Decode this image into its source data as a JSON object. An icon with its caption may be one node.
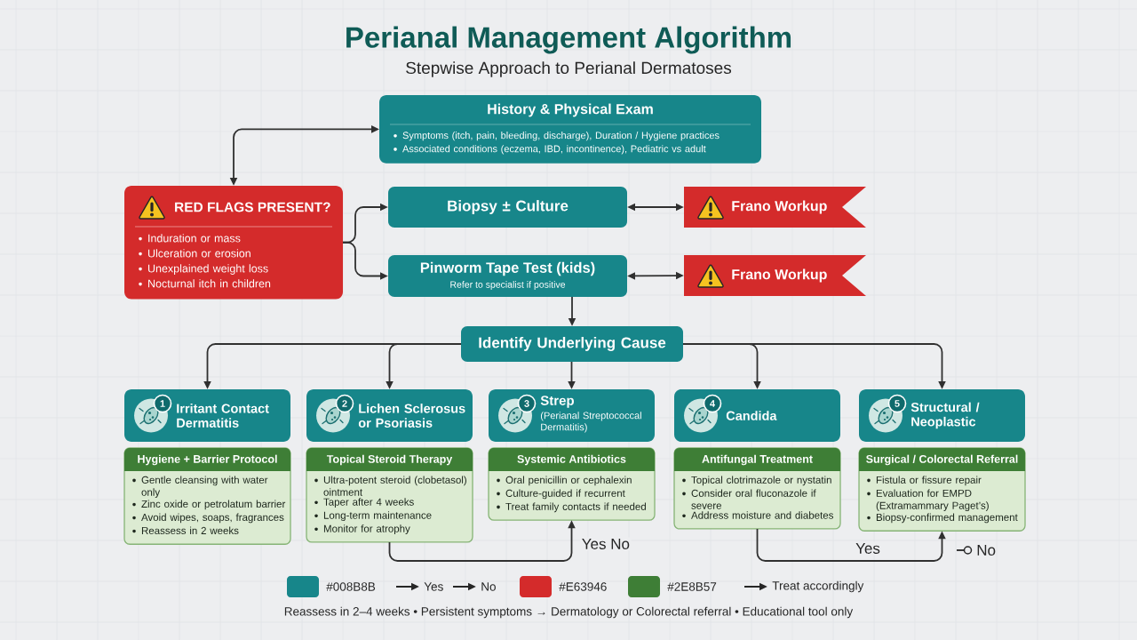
{
  "diagram": {
    "title": "Perianal Management Algorithm",
    "caption": "Reassess in 2–4 weeks • Persistent symptoms → Dermatology or Colorectal referral • Educational tool only",
    "nodes": [
      {
        "text": [
          "History & Physical Exam",
          "Symptoms (itch, pain, bleeding, discharge), Duration / Hygiene practices",
          "Associated conditions (eczema, IBD, incontinence), Pediatric vs adult"
        ]
      },
      {
        "text": [
          "RED FLAGS PRESENT?",
          "Induration or mass",
          "Ulceration or erosion",
          "Unexplained weight loss",
          "Nocturnal itch in children"
        ]
      },
      {
        "text": [
          "Biopsy ± Culture"
        ]
      },
      {
        "text": [
          "Frano Workup"
        ]
      },
      {
        "text": [
          "Pinworm Tape Test (kids)",
          "Refer to specialist if positive"
        ]
      },
      {
        "text": [
          "Frano Workup"
        ]
      },
      {
        "text": [
          "Identify Underlying Cause"
        ]
      },
      {
        "text": [
          "1",
          "Irritant Contact Dermatitis"
        ]
      },
      {
        "text": [
          "2",
          "Lichen Sclerosus or Psoriasis"
        ]
      },
      {
        "text": [
          "3",
          "Strep",
          "(Perianal Streptococcal Dermatitis)"
        ]
      },
      {
        "text": [
          "4",
          "Candida"
        ]
      },
      {
        "text": [
          "5",
          "Structural / Neoplastic"
        ]
      },
      {
        "text": [
          "Hygiene + Barrier Protocol",
          "Gentle cleansing with water only",
          "Zinc oxide or petrolatum barrier",
          "Avoid wipes, soaps, fragrances",
          "Reassess in 2 weeks"
        ]
      },
      {
        "text": [
          "Topical Steroid Therapy",
          "Ultra-potent steroid (clobetasol) ointment",
          "Taper after 4 weeks",
          "Long-term maintenance",
          "Monitor for atrophy"
        ]
      },
      {
        "text": [
          "Systemic Antibiotics",
          "Oral penicillin or cephalexin",
          "Culture-guided if recurrent",
          "Treat family contacts if needed"
        ]
      },
      {
        "text": [
          "Antifungal Treatment",
          "Topical clotrimazole or nystatin",
          "Consider oral fluconazole if severe",
          "Address moisture and diabetes"
        ]
      },
      {
        "text": [
          "Surgical / Colorectal Referral",
          "Fistula or fissure repair",
          "Evaluation for EMPD (Extramammary Paget’s)",
          "Biopsy-confirmed management"
        ]
      }
    ],
    "edges": [
      {
        "from": 1,
        "to": 0,
        "arrow": "both"
      },
      {
        "from": 1,
        "to": 2,
        "arrow": "to"
      },
      {
        "from": 1,
        "to": 4,
        "arrow": "to"
      },
      {
        "from": 2,
        "to": 3,
        "arrow": "both"
      },
      {
        "from": 4,
        "to": 5,
        "arrow": "both"
      },
      {
        "from": 4,
        "to": 6,
        "arrow": "to"
      },
      {
        "from": 6,
        "to": 7,
        "arrow": "to"
      },
      {
        "from": 6,
        "to": 8,
        "arrow": "to"
      },
      {
        "from": 6,
        "to": 9,
        "arrow": "to"
      },
      {
        "from": 6,
        "to": 10,
        "arrow": "to"
      },
      {
        "from": 6,
        "to": 11,
        "arrow": "to"
      },
      {
        "from": 13,
        "to": 14,
        "arrow": "to",
        "label": "Yes No"
      },
      {
        "from": 15,
        "to": 16,
        "arrow": "to",
        "label": "Yes"
      }
    ],
    "labels": [
      "Stepwise Approach to Perianal Dermatoses",
      "No"
    ],
    "legend": [
      {
        "text": "#008B8B",
        "color": "#17868A"
      },
      {
        "text": "Yes"
      },
      {
        "text": "No"
      },
      {
        "text": "#E63946",
        "color": "#D42B2B"
      },
      {
        "text": "#2E8B57",
        "color": "#3E7E36"
      },
      {
        "text": "Treat accordingly"
      }
    ]
  }
}
